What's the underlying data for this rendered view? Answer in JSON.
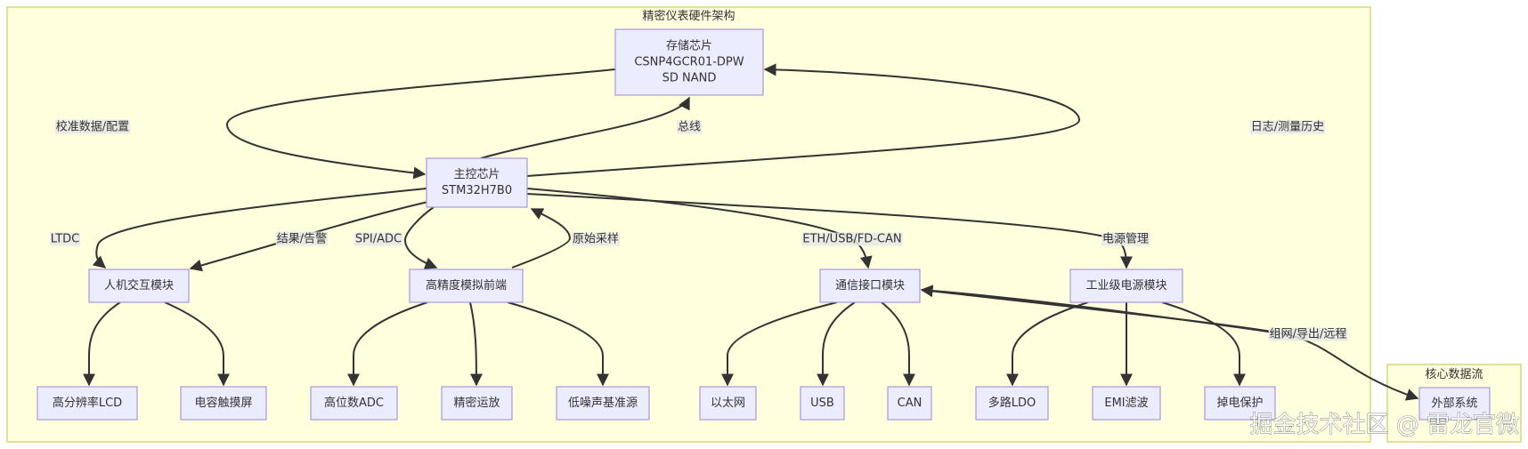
{
  "diagram": {
    "title": "精密仪表硬件架构",
    "colors": {
      "cluster_fill": "#ffffde",
      "cluster_border": "#d7d77c",
      "node_fill": "#ececff",
      "node_border": "#a898dc",
      "edge": "#333333",
      "text": "#333333"
    },
    "clusters": [
      {
        "id": "main",
        "title": "精密仪表硬件架构"
      },
      {
        "id": "flow",
        "title": "核心数据流"
      }
    ],
    "nodes": [
      {
        "id": "storage",
        "lines": [
          "存储芯片",
          "CSNP4GCR01-DPW",
          "SD NAND"
        ]
      },
      {
        "id": "mcu",
        "lines": [
          "主控芯片",
          "STM32H7B0"
        ]
      },
      {
        "id": "hmi",
        "lines": [
          "人机交互模块"
        ]
      },
      {
        "id": "afe",
        "lines": [
          "高精度模拟前端"
        ]
      },
      {
        "id": "comm",
        "lines": [
          "通信接口模块"
        ]
      },
      {
        "id": "power",
        "lines": [
          "工业级电源模块"
        ]
      },
      {
        "id": "lcd",
        "lines": [
          "高分辨率LCD"
        ]
      },
      {
        "id": "touch",
        "lines": [
          "电容触摸屏"
        ]
      },
      {
        "id": "adc",
        "lines": [
          "高位数ADC"
        ]
      },
      {
        "id": "opamp",
        "lines": [
          "精密运放"
        ]
      },
      {
        "id": "vref",
        "lines": [
          "低噪声基准源"
        ]
      },
      {
        "id": "eth",
        "lines": [
          "以太网"
        ]
      },
      {
        "id": "usb",
        "lines": [
          "USB"
        ]
      },
      {
        "id": "can",
        "lines": [
          "CAN"
        ]
      },
      {
        "id": "ldo",
        "lines": [
          "多路LDO"
        ]
      },
      {
        "id": "emi",
        "lines": [
          "EMI滤波"
        ]
      },
      {
        "id": "pfp",
        "lines": [
          "掉电保护"
        ]
      },
      {
        "id": "ext",
        "lines": [
          "外部系统"
        ]
      }
    ],
    "edges": [
      {
        "from": "storage",
        "to": "mcu",
        "label": "校准数据/配置"
      },
      {
        "from": "mcu",
        "to": "storage",
        "label": "总线"
      },
      {
        "from": "mcu",
        "to": "storage",
        "label": "日志/测量历史"
      },
      {
        "from": "mcu",
        "to": "hmi",
        "label": "LTDC"
      },
      {
        "from": "mcu",
        "to": "hmi",
        "label": "结果/告警"
      },
      {
        "from": "mcu",
        "to": "afe",
        "label": "SPI/ADC"
      },
      {
        "from": "afe",
        "to": "mcu",
        "label": "原始采样"
      },
      {
        "from": "mcu",
        "to": "comm",
        "label": "ETH/USB/FD-CAN"
      },
      {
        "from": "mcu",
        "to": "power",
        "label": "电源管理"
      },
      {
        "from": "hmi",
        "to": "lcd",
        "label": ""
      },
      {
        "from": "hmi",
        "to": "touch",
        "label": ""
      },
      {
        "from": "afe",
        "to": "adc",
        "label": ""
      },
      {
        "from": "afe",
        "to": "opamp",
        "label": ""
      },
      {
        "from": "afe",
        "to": "vref",
        "label": ""
      },
      {
        "from": "comm",
        "to": "eth",
        "label": ""
      },
      {
        "from": "comm",
        "to": "usb",
        "label": ""
      },
      {
        "from": "comm",
        "to": "can",
        "label": ""
      },
      {
        "from": "power",
        "to": "ldo",
        "label": ""
      },
      {
        "from": "power",
        "to": "emi",
        "label": ""
      },
      {
        "from": "power",
        "to": "pfp",
        "label": ""
      },
      {
        "from": "comm",
        "to": "ext",
        "label": "组网/导出/远程"
      },
      {
        "from": "ext",
        "to": "comm",
        "label": ""
      }
    ]
  },
  "watermark": "掘金技术社区 @ 雷龙官微"
}
